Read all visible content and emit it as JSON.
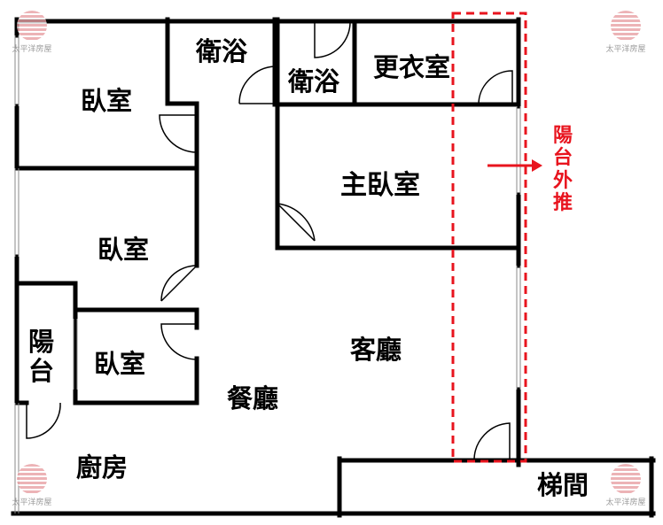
{
  "colors": {
    "wall": "#000000",
    "window": "#8a8a8a",
    "annotation": "#e8141e",
    "watermark": "#e8a0a4"
  },
  "rooms": {
    "bedroom_top_left": "臥室",
    "bath_1": "衛浴",
    "bath_2": "衛浴",
    "walk_in_closet": "更衣室",
    "master_bedroom": "主臥室",
    "bedroom_middle": "臥室",
    "balcony_small": "陽\n台",
    "bedroom_small": "臥室",
    "living_room": "客廳",
    "dining_room": "餐廳",
    "kitchen": "廚房",
    "stairwell": "梯間"
  },
  "annotation": {
    "balcony_extend": "陽\n台\n外\n推"
  },
  "watermark": {
    "text": "太平洋房屋",
    "icon": "globe-logo-icon"
  }
}
